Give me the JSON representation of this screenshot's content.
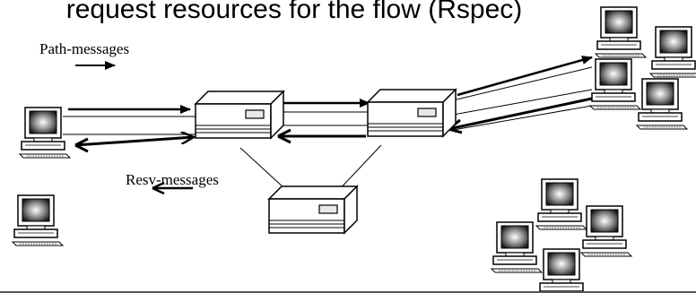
{
  "title": "request resources for the flow (Rspec)",
  "labels": {
    "path_messages": "Path-messages",
    "resv_messages": "Resv-messages"
  },
  "colors": {
    "line": "#000000",
    "device_fill": "#ffffff",
    "screen_dark": "#2a2a2a"
  },
  "icons": {
    "host": "desktop-computer-icon",
    "router": "router-box-icon"
  }
}
